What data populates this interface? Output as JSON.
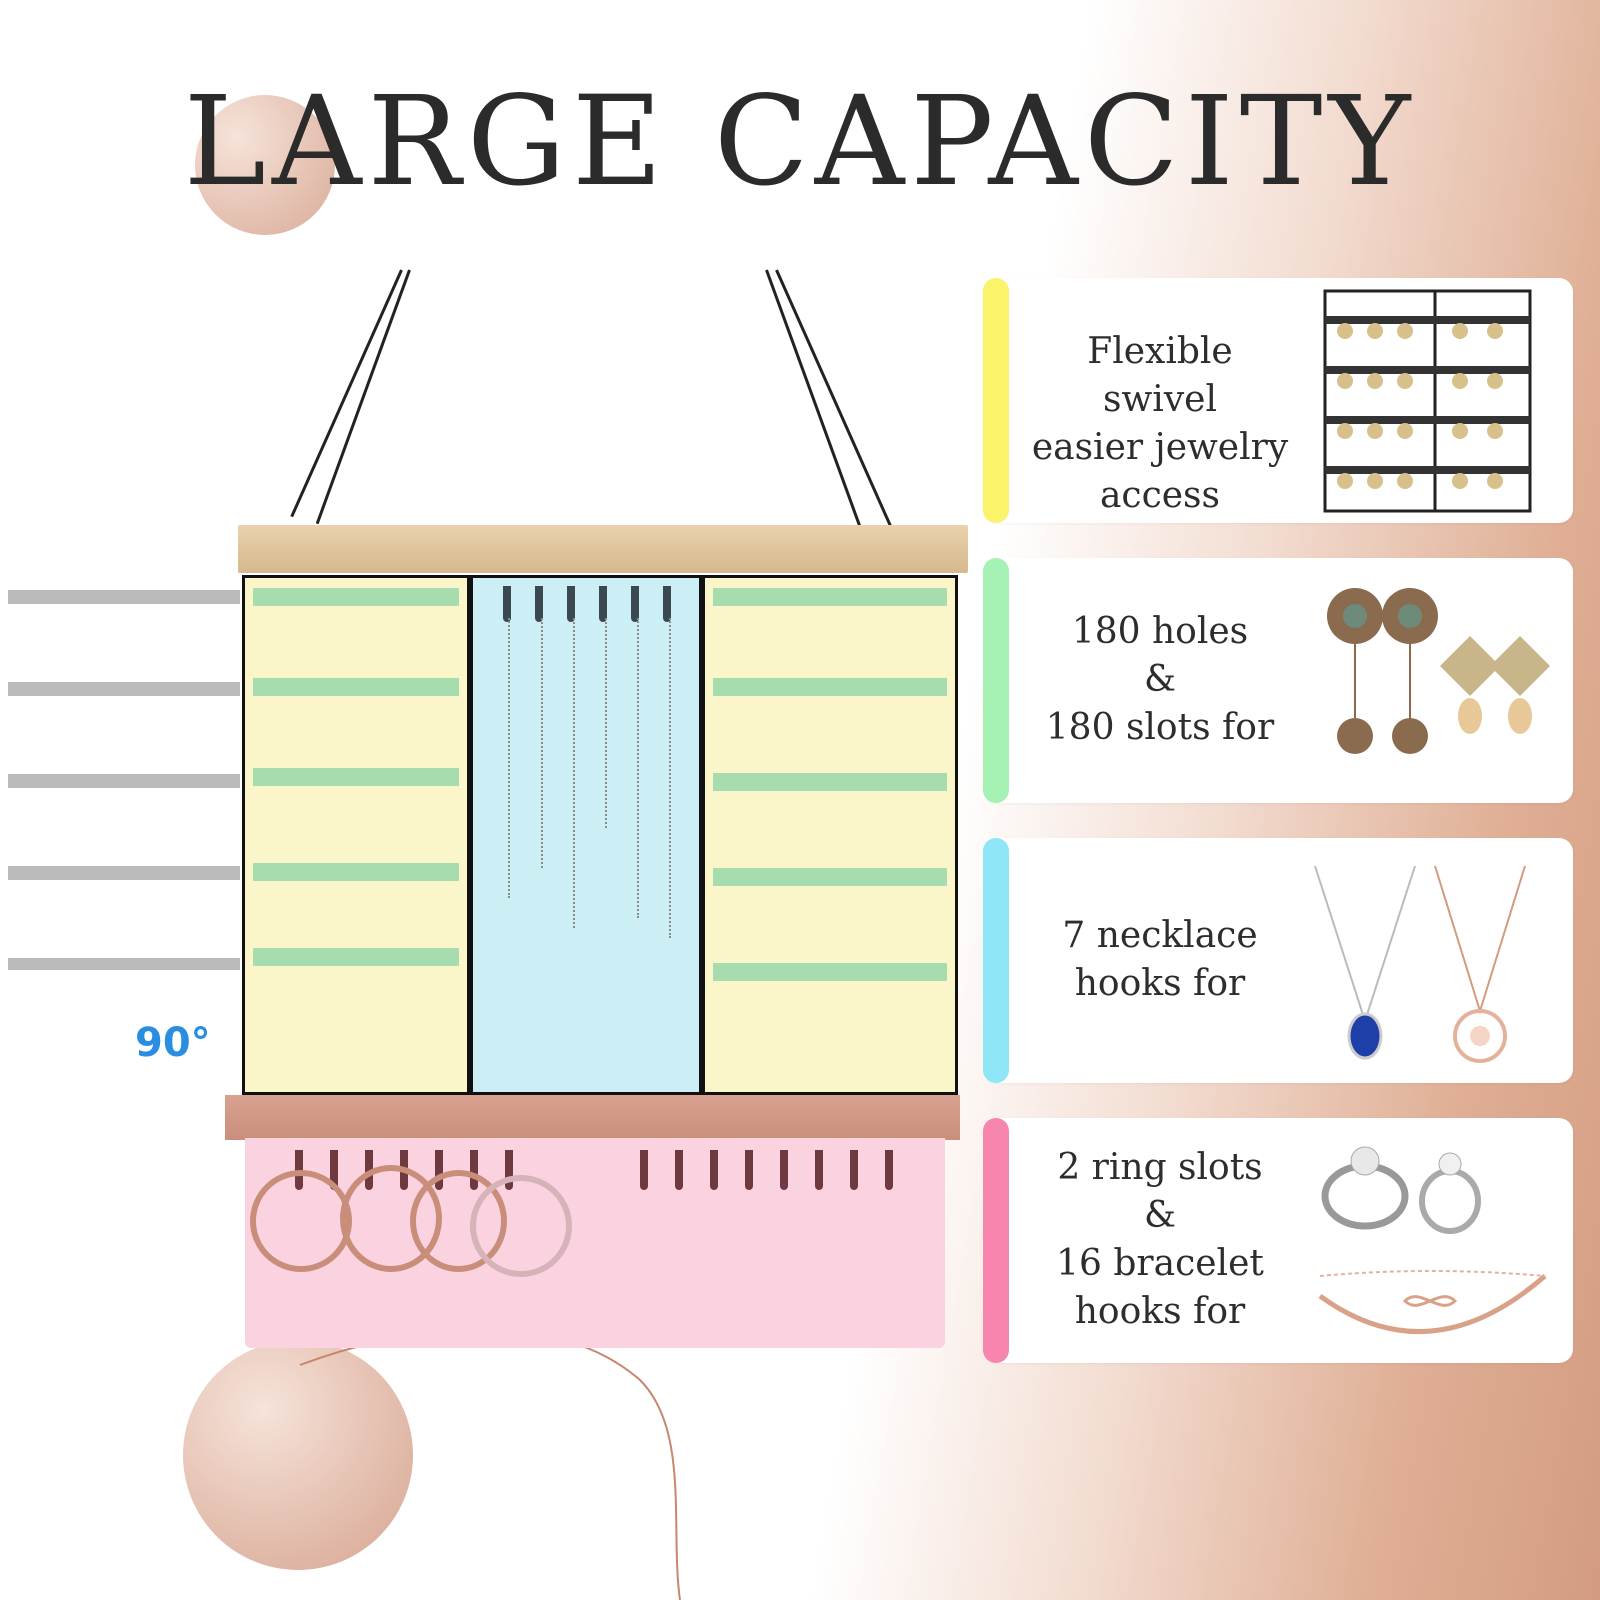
{
  "title": "LARGE CAPACITY",
  "rotation_label": "90°",
  "colors": {
    "yellow": "#fbf36a",
    "green": "#a6f2b5",
    "blue": "#8fe6f6",
    "pink": "#f885ae",
    "accent_rose": "#d39c82",
    "title_text": "#2b2b2b"
  },
  "features": [
    {
      "color_key": "yellow",
      "lines": [
        "Flexible swivel",
        "easier jewelry",
        "access"
      ],
      "icon": "rotating-organizer-image"
    },
    {
      "color_key": "green",
      "lines": [
        "180 holes",
        "&",
        "180 slots for"
      ],
      "icon": "earrings-image"
    },
    {
      "color_key": "blue",
      "lines": [
        "7 necklace",
        "hooks for"
      ],
      "icon": "necklaces-image"
    },
    {
      "color_key": "pink",
      "lines": [
        "2 ring slots",
        "&",
        "16 bracelet",
        "hooks for"
      ],
      "icon": "rings-bracelet-image"
    }
  ]
}
